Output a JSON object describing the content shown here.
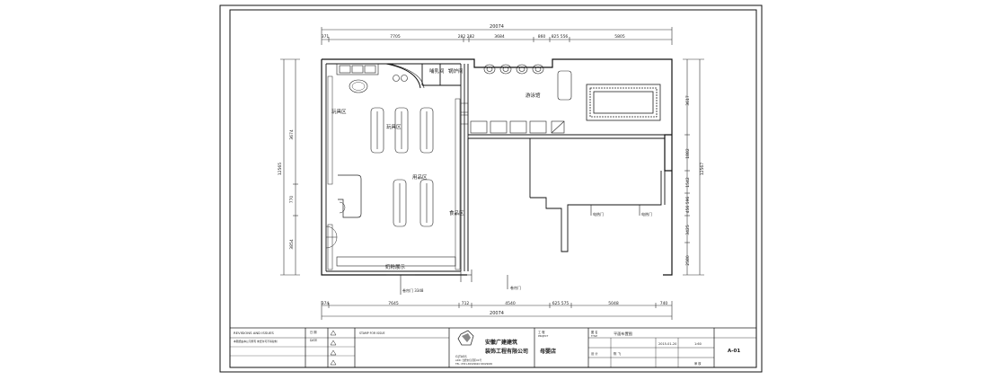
{
  "dims_top": {
    "total": "20074",
    "segs": [
      "371",
      "7705",
      "282 282",
      "3684",
      "860",
      "825 556",
      "5805"
    ]
  },
  "dims_bottom": {
    "total": "20074",
    "segs": [
      "374",
      "7645",
      "712",
      "4540",
      "625 575",
      "5048",
      "740"
    ]
  },
  "dims_left": {
    "total": "12565",
    "segs": [
      "3674",
      "770",
      "3854"
    ]
  },
  "dims_right": {
    "total": "12567",
    "segs": [
      "3617",
      "1882",
      "1542",
      "456 596",
      "3425",
      "2580"
    ]
  },
  "rooms": {
    "nursing": "哺乳间",
    "boiler": "锅炉间",
    "swim": "游泳馆",
    "toy_display": "玩具区",
    "toy": "玩具区",
    "supplies": "用品区",
    "food": "食品区",
    "milk_display": "奶粉展示"
  },
  "notes": {
    "door_main": "卷帘门 3348",
    "door_side": "卷帘门",
    "elec1": "电热门",
    "elec2": "电热门"
  },
  "title_block": {
    "revisions": "REVISIONS AND ISSUES",
    "rev_sub": "本图纸由本公司所有 未经许可不得复制",
    "date_label": "日 期",
    "date_en": "DATE",
    "stamp": "STAMP FOR ISSUE",
    "company_1": "安徽广建建筑",
    "company_2": "装饰工程有限公司",
    "address": "ADD: 合肥市包河区XX号",
    "tel": "TEL: 0551-65029692 65029665",
    "logo_text": "G|TASS",
    "project_label": "工 程",
    "project_en": "PROJECT",
    "project_name": "母婴店",
    "drawing_label": "图 名",
    "drawing_en": "TITLE",
    "drawing_name": "平面布置图",
    "designer": "设 计",
    "designer_name": "陈 飞",
    "date": "2015-01-20",
    "scale": "1:60",
    "checker": "审 核",
    "drawing_no": "A-01"
  }
}
